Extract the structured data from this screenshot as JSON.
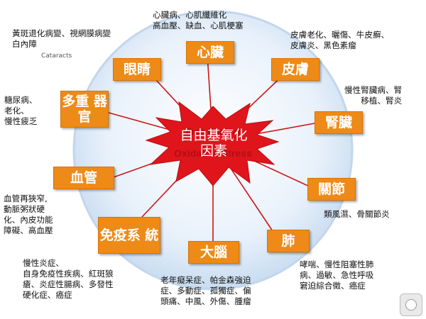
{
  "center": {
    "label": "自由基氧化\n因素",
    "bg_text": "Free Radical\nOxidative Stress"
  },
  "faint_label": "Cataracts",
  "organs": {
    "eye": "眼睛",
    "heart": "心臟",
    "skin": "皮膚",
    "kidney": "腎臟",
    "joint": "關節",
    "lung": "肺",
    "brain": "大腦",
    "immune": "免疫系\n統",
    "vessel": "血管",
    "multi": "多重\n器官"
  },
  "notes": {
    "eye": "黃斑退化病變、視網膜病變\n白內障",
    "heart": "心臟病、心肌纖維化\n高血壓、缺血、心肌梗塞",
    "skin": "皮膚老化、曬傷、牛皮癬、\n皮膚炎、黑色素瘤",
    "kidney": "慢性腎臟病、腎\n移植、腎炎",
    "multi": "糖尿病、\n老化、\n慢性疲乏",
    "joint": "類風濕、骨關節炎",
    "vessel": "血管再狹窄,\n動脈粥狀硬\n化、內皮功能\n障礙、高血壓",
    "lung": "哮喘、慢性阻塞性肺\n病、過敏、急性呼吸\n窘迫綜合徵、癌症",
    "immune": "慢性炎症、\n自身免疫性疾病、紅斑狼\n瘡、炎症性腸病、多發性\n硬化症、癌症",
    "brain": "老年癡呆症、帕金森強迫\n症、多動症、孤獨症、偏\n頭痛、中風、外傷、腫瘤"
  },
  "colors": {
    "box": "#ee8a17",
    "burst": "#e0151c",
    "ring": "#d7e6f6",
    "spoke": "#cc1616"
  }
}
